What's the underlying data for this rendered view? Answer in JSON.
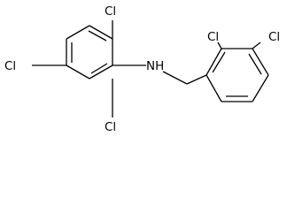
{
  "molecule": {
    "atoms": {
      "cl_top_left_ring": "Cl",
      "cl_far_left": "Cl",
      "cl_bottom_left_ring": "Cl",
      "amine": "NH",
      "cl_ortho_right_ring": "Cl",
      "cl_meta_right_ring": "Cl"
    }
  }
}
